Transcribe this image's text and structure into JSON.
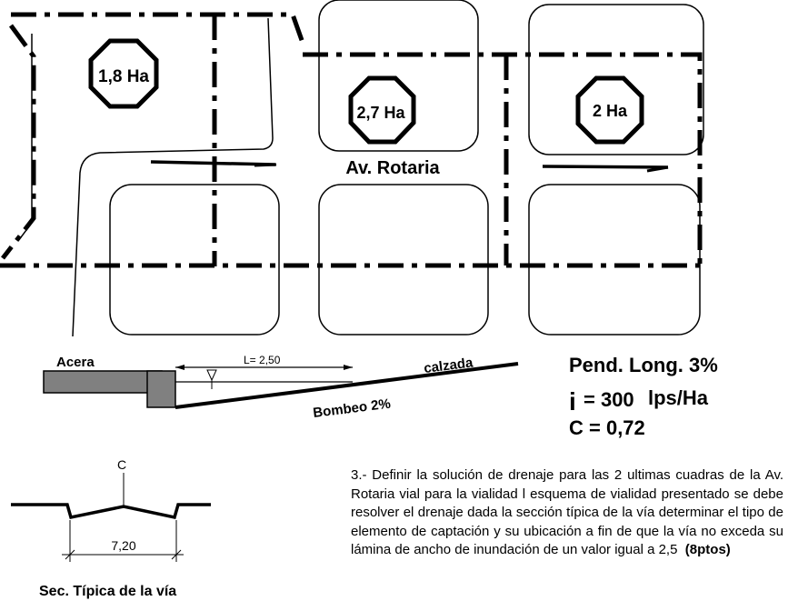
{
  "areas": {
    "block_1": "1,8 Ha",
    "block_2": "2,7 Ha",
    "block_3": "2 Ha"
  },
  "street_name": "Av. Rotaria",
  "section": {
    "sidewalk_label": "Acera",
    "length_label": "L= 2,50",
    "roadway_label": "calzada",
    "crown_slope_label": "Bombeo 2%"
  },
  "parameters": {
    "slope": "Pend. Long. 3%",
    "intensity_symbol": "i",
    "intensity_value": "= 300",
    "intensity_unit": "lps/Ha",
    "runoff_coef": "C = 0,72"
  },
  "typical_section": {
    "centerline_label": "C",
    "width_label": "7,20",
    "title": "Sec. Típica de la vía"
  },
  "problem": {
    "text": "3.- Definir la solución de drenaje para las 2 ultimas cuadras de la Av. Rotaria vial para la vialidad l esquema de vialidad presentado se debe resolver el drenaje dada la sección típica de la vía determinar el tipo de elemento de captación y su ubicación a fin de que la vía no exceda su lámina de ancho de inundación de un valor igual a 2,5",
    "points": "(8ptos)"
  },
  "colors": {
    "line": "#000000",
    "curb_fill": "#808080",
    "background": "#ffffff"
  }
}
